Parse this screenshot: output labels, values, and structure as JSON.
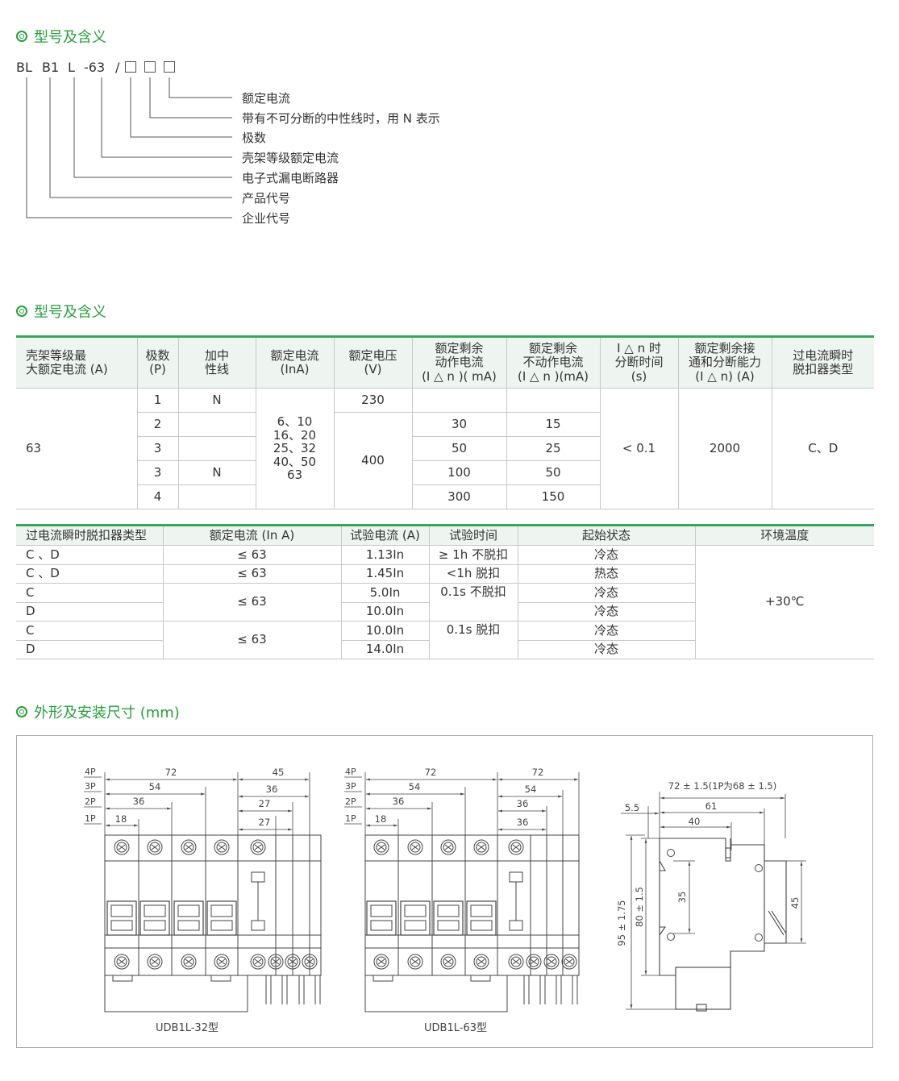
{
  "headings": {
    "h1": "型号及含义",
    "h2": "型号及含义",
    "h3": "外形及安装尺寸 (mm)"
  },
  "model_code": {
    "seg1": "BL",
    "seg2": "B1",
    "seg3": "L",
    "seg4": "-63",
    "seg5": "/",
    "labels": [
      "额定电流",
      "带有不可分断的中性线时，用 N 表示",
      "极数",
      "壳架等级额定电流",
      "电子式漏电断路器",
      "产品代号",
      "企业代号"
    ]
  },
  "table1": {
    "headers": [
      "壳架等级最\n大额定电流 (A)",
      "极数\n(P)",
      "加中\n性线",
      "额定电流\n(InA)",
      "额定电压\n(V)",
      "额定剩余\n动作电流\n(I △ n )( mA)",
      "额定剩余\n不动作电流\n(I △ n )(mA)",
      "I △ n 时\n分断时间\n(s)",
      "额定剩余接\n通和分断能力\n(I △ n)   (A)",
      "过电流瞬时\n脱扣器类型"
    ],
    "frame_current": "63",
    "poles": [
      "1",
      "2",
      "3",
      "3",
      "4"
    ],
    "neutral": [
      "N",
      "",
      "",
      "N",
      ""
    ],
    "rated_current": "6、10\n16、20\n25、32\n40、50\n63",
    "voltage_1p": "230",
    "voltage_other": "400",
    "residual_op": [
      "",
      "30",
      "50",
      "100",
      "300"
    ],
    "residual_nonop": [
      "",
      "15",
      "25",
      "50",
      "150"
    ],
    "break_time": "< 0.1",
    "make_break": "2000",
    "trip_type": "C、D"
  },
  "table2": {
    "headers": [
      "过电流瞬时脱扣器类型",
      "额定电流 (In A)",
      "试验电流 (A)",
      "试验时间",
      "起始状态",
      "环境温度"
    ],
    "rows": [
      {
        "type": "C  、D",
        "current": "≤ 63",
        "test": "1.13In",
        "time": "≥ 1h 不脱扣",
        "state": "冷态"
      },
      {
        "type": "C  、D",
        "current": "≤ 63",
        "test": "1.45In",
        "time": "<1h 脱扣",
        "state": "热态"
      },
      {
        "type": "C",
        "current": "≤ 63",
        "test": "5.0In",
        "time": "0.1s 不脱扣",
        "state": "冷态"
      },
      {
        "type": "D",
        "current": "",
        "test": "10.0In",
        "time": "",
        "state": "冷态"
      },
      {
        "type": "C",
        "current": "≤ 63",
        "test": "10.0In",
        "time": "0.1s 脱扣",
        "state": "冷态"
      },
      {
        "type": "D",
        "current": "",
        "test": "14.0In",
        "time": "",
        "state": "冷态"
      }
    ],
    "ambient": "+30℃"
  },
  "drawings": {
    "d1": {
      "caption": "UDB1L-32型",
      "poles": [
        "4P",
        "3P",
        "2P",
        "1P"
      ],
      "mcb_dims": [
        "72",
        "54",
        "36",
        "18"
      ],
      "rcd_dims": [
        "45",
        "36",
        "27",
        "27"
      ]
    },
    "d2": {
      "caption": "UDB1L-63型",
      "poles": [
        "4P",
        "3P",
        "2P",
        "1P"
      ],
      "mcb_dims": [
        "72",
        "54",
        "36",
        "18"
      ],
      "rcd_dims": [
        "72",
        "54",
        "36",
        "36"
      ]
    },
    "side": {
      "top": "72 ± 1.5(1P为68 ± 1.5)",
      "d61": "61",
      "d40": "40",
      "d55": "5.5",
      "d35": "35",
      "d45": "45",
      "d80": "80 ± 1.5",
      "d95": "95 ± 1.75"
    }
  }
}
